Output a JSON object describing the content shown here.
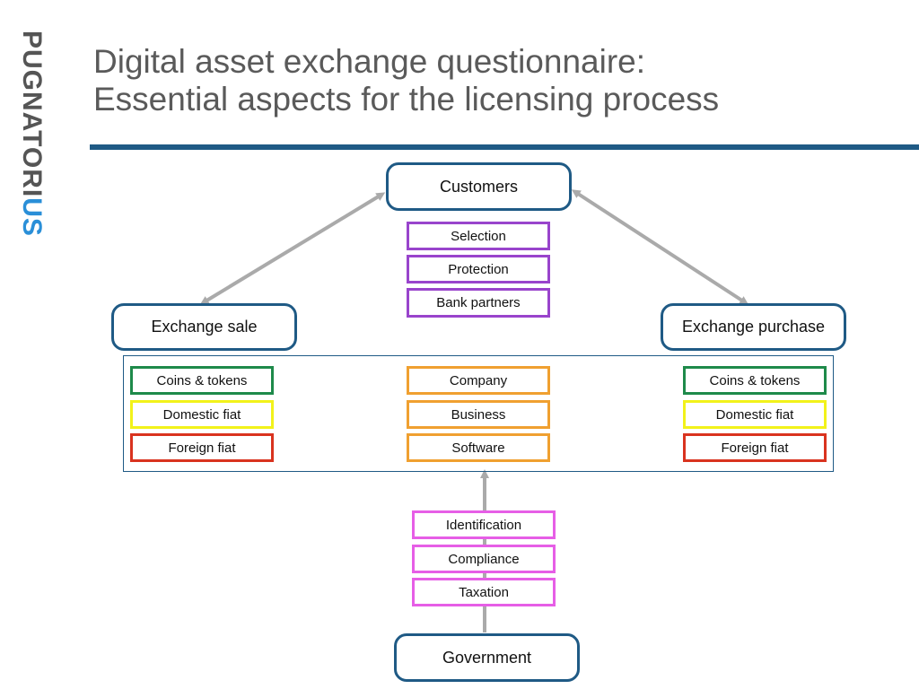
{
  "slide": {
    "title_line1": "Digital asset exchange questionnaire:",
    "title_line2": "Essential aspects for the licensing process",
    "brand_text": "PUGNATORIUS"
  },
  "colors": {
    "title_rule": "#1f5a85",
    "node_border": "#1f5a85",
    "arrow": "#aaaaaa",
    "brand_dark": "#555555",
    "brand_accent": "#2a8fd8",
    "green": "#1e8a4a",
    "yellow": "#f2f21a",
    "red": "#d9331f",
    "orange": "#f0a030",
    "purple": "#9944cc",
    "pink": "#e65ee6"
  },
  "nodes": {
    "customers": "Customers",
    "exchange_sale": "Exchange sale",
    "exchange_purchase": "Exchange purchase",
    "government": "Government"
  },
  "customer_aspects": [
    "Selection",
    "Protection",
    "Bank partners"
  ],
  "sale_assets": [
    "Coins & tokens",
    "Domestic fiat",
    "Foreign fiat"
  ],
  "company_aspects": [
    "Company",
    "Business",
    "Software"
  ],
  "purchase_assets": [
    "Coins & tokens",
    "Domestic fiat",
    "Foreign fiat"
  ],
  "government_aspects": [
    "Identification",
    "Compliance",
    "Taxation"
  ]
}
